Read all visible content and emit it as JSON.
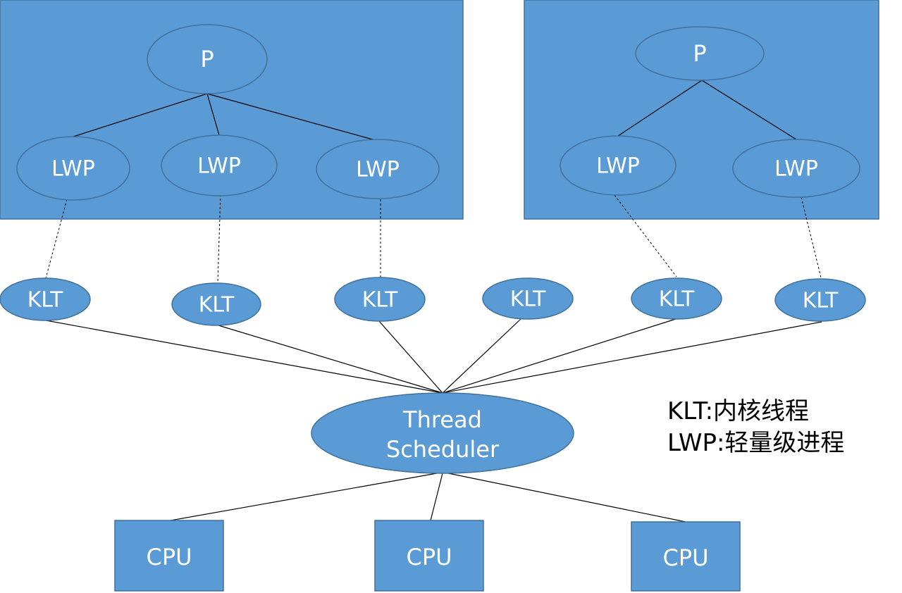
{
  "colors": {
    "fill": "#5B9BD5",
    "stroke": "#41719C",
    "text": "#ffffff",
    "line": "#000000"
  },
  "process_groups": [
    {
      "process_label": "P",
      "lwps": [
        "LWP",
        "LWP",
        "LWP"
      ]
    },
    {
      "process_label": "P",
      "lwps": [
        "LWP",
        "LWP"
      ]
    }
  ],
  "klts": [
    "KLT",
    "KLT",
    "KLT",
    "KLT",
    "KLT",
    "KLT"
  ],
  "scheduler": {
    "line1": "Thread",
    "line2": "Scheduler"
  },
  "cpus": [
    "CPU",
    "CPU",
    "CPU"
  ],
  "legend": [
    {
      "text": "KLT:内核线程"
    },
    {
      "text": "LWP:轻量级进程"
    }
  ]
}
